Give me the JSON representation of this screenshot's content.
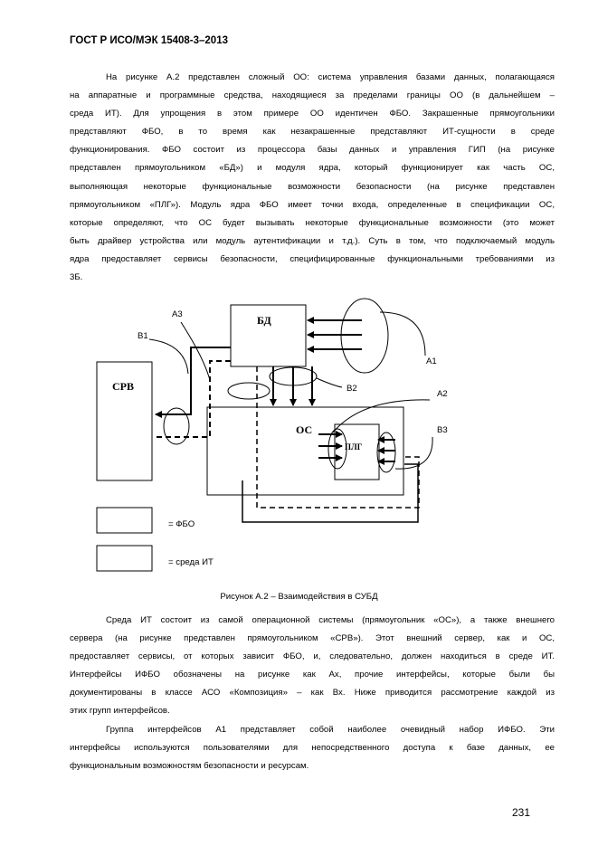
{
  "header": {
    "title": "ГОСТ Р ИСО/МЭК 15408-3–2013"
  },
  "paragraph1": {
    "lines": [
      "На рисунке А.2 представлен сложный ОО: система управления базами данных, полагающаяся",
      "на аппаратные  и программные средства, находящиеся за пределами границы ОО (в дальнейшем –",
      "среда ИТ). Для упрощения в этом примере ОО идентичен ФБО. Закрашенные прямоугольники",
      "представляют ФБО, в то время как незакрашенные представляют ИТ-сущности в среде",
      "функционирования. ФБО состоит из процессора базы данных и управления ГИП (на рисунке",
      "представлен прямоугольником «БД») и модуля ядра, который функционирует как часть ОС,",
      "выполняющая некоторые функциональные возможности безопасности (на рисунке представлен",
      "прямоугольником «ПЛГ»). Модуль ядра ФБО имеет точки входа, определенные в спецификации ОС,",
      "которые определяют, что ОС будет вызывать некоторые функциональные возможности (это может",
      "быть драйвер устройства или модуль аутентификации и т.д.). Суть в том, что подключаемый модуль",
      "ядра предоставляет сервисы безопасности, специфицированные функциональными требованиями из",
      "3Б."
    ]
  },
  "figure": {
    "labels": {
      "bd": "БД",
      "srv": "СРВ",
      "os": "ОС",
      "plg": "ПЛГ",
      "a1": "А1",
      "a2": "А2",
      "a3": "А3",
      "b1": "В1",
      "b2": "В2",
      "b3": "В3"
    },
    "legend": {
      "fbo": "= ФБО",
      "env": "= среда ИТ"
    },
    "caption": "Рисунок А.2 – Взаимодействия в СУБД"
  },
  "paragraph2": {
    "lines": [
      "Среда ИТ состоит из самой операционной системы (прямоугольник «ОС»), а также внешнего",
      "сервера (на рисунке представлен прямоугольником «СРВ»). Этот внешний сервер, как и ОС,",
      "предоставляет сервисы, от которых зависит ФБО, и, следовательно, должен находиться в среде ИТ.",
      "Интерфейсы ИФБО обозначены на рисунке как Ах, прочие интерфейсы, которые были бы",
      "документированы в классе АСО «Композиция» – как Вх. Ниже приводится рассмотрение каждой из",
      "этих групп интерфейсов."
    ]
  },
  "paragraph3": {
    "lines": [
      "Группа интерфейсов А1 представляет собой наиболее очевидный набор ИФБО. Эти",
      "интерфейсы используются пользователями для непосредственного доступа к базе данных, ее",
      "функциональным возможностям безопасности и ресурсам."
    ]
  },
  "page": {
    "number": "231"
  }
}
